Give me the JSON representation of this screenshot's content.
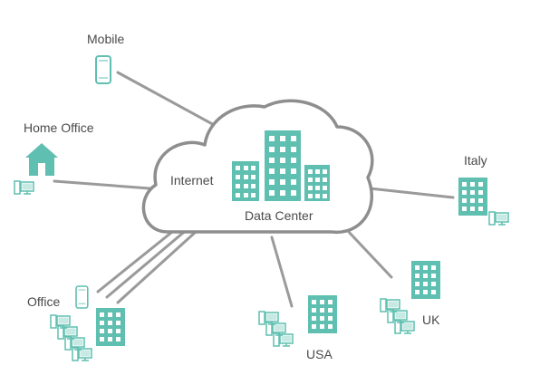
{
  "diagram": {
    "center": {
      "internet_label": "Internet",
      "datacenter_label": "Data Center"
    },
    "nodes": {
      "mobile": "Mobile",
      "home_office": "Home Office",
      "italy": "Italy",
      "office": "Office",
      "usa": "USA",
      "uk": "UK"
    },
    "colors": {
      "accent": "#5fbfb0",
      "line": "#9a9a9a",
      "cloud_stroke": "#8e8e8e",
      "text": "#4a4a4a"
    }
  }
}
